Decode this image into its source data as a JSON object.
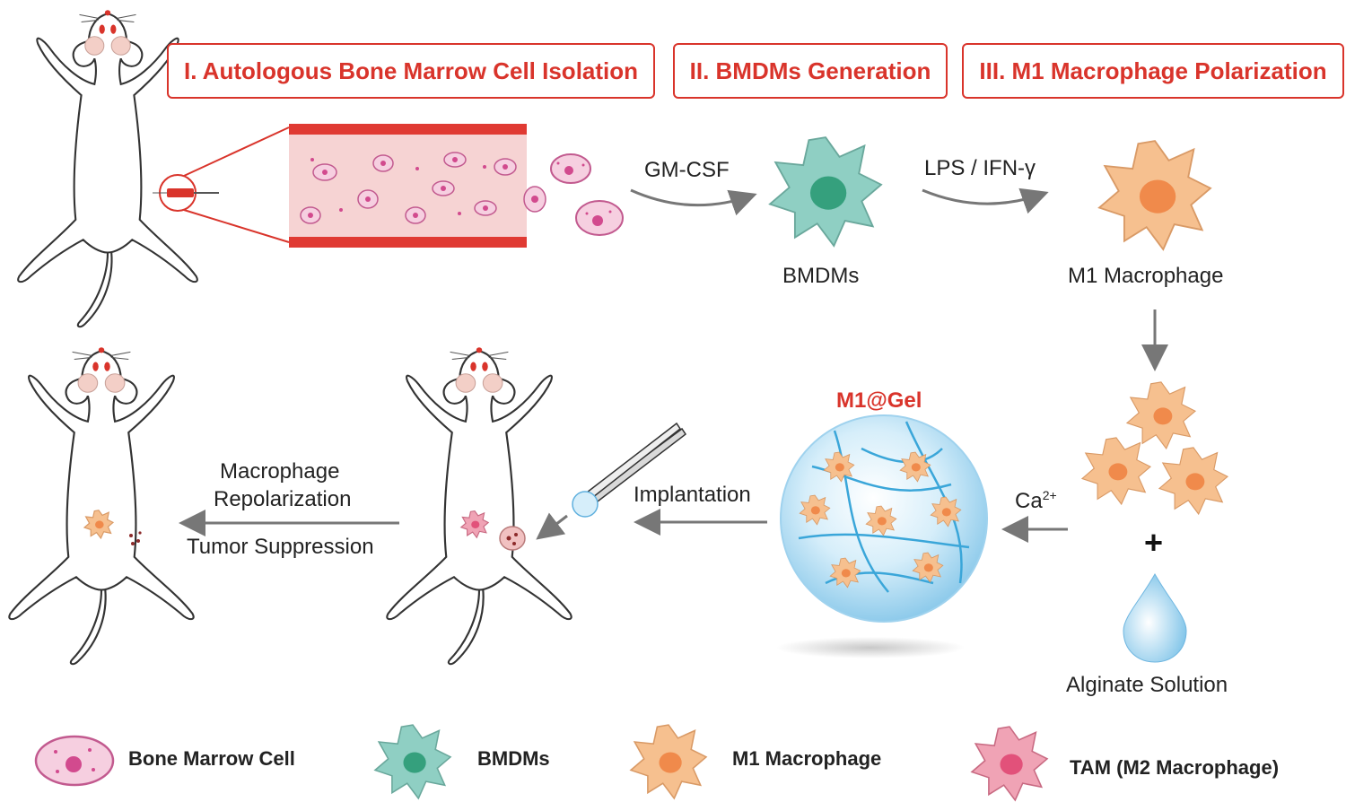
{
  "stages": [
    {
      "label": "I. Autologous Bone Marrow Cell Isolation"
    },
    {
      "label": "II. BMDMs Generation"
    },
    {
      "label": "III. M1 Macrophage Polarization"
    }
  ],
  "steps": {
    "gmcsf": "GM-CSF",
    "lps": "LPS / IFN-γ",
    "bmdms": "BMDMs",
    "m1": "M1 Macrophage",
    "ca_base": "Ca",
    "ca_sup": "2+",
    "gel_title": "M1@Gel",
    "alginate": "Alginate Solution",
    "implantation": "Implantation",
    "repol_line1": "Macrophage",
    "repol_line2": "Repolarization",
    "tumor": "Tumor Suppression",
    "plus": "+"
  },
  "legend": [
    {
      "label": "Bone Marrow Cell",
      "icon": "bone-marrow-cell-icon"
    },
    {
      "label": "BMDMs",
      "icon": "bmdm-cell-icon"
    },
    {
      "label": "M1 Macrophage",
      "icon": "m1-macrophage-icon"
    },
    {
      "label": "TAM (M2 Macrophage)",
      "icon": "tam-m2-macrophage-icon"
    }
  ],
  "colors": {
    "accent_red": "#d9342b",
    "vessel_fill": "#f6d3d3",
    "bone_marrow_cell": "#f3bfd8",
    "bmdm": "#8fcfc3",
    "m1": "#f6c08f",
    "tam": "#f0a3b5",
    "gel": "#bfe2f5"
  }
}
